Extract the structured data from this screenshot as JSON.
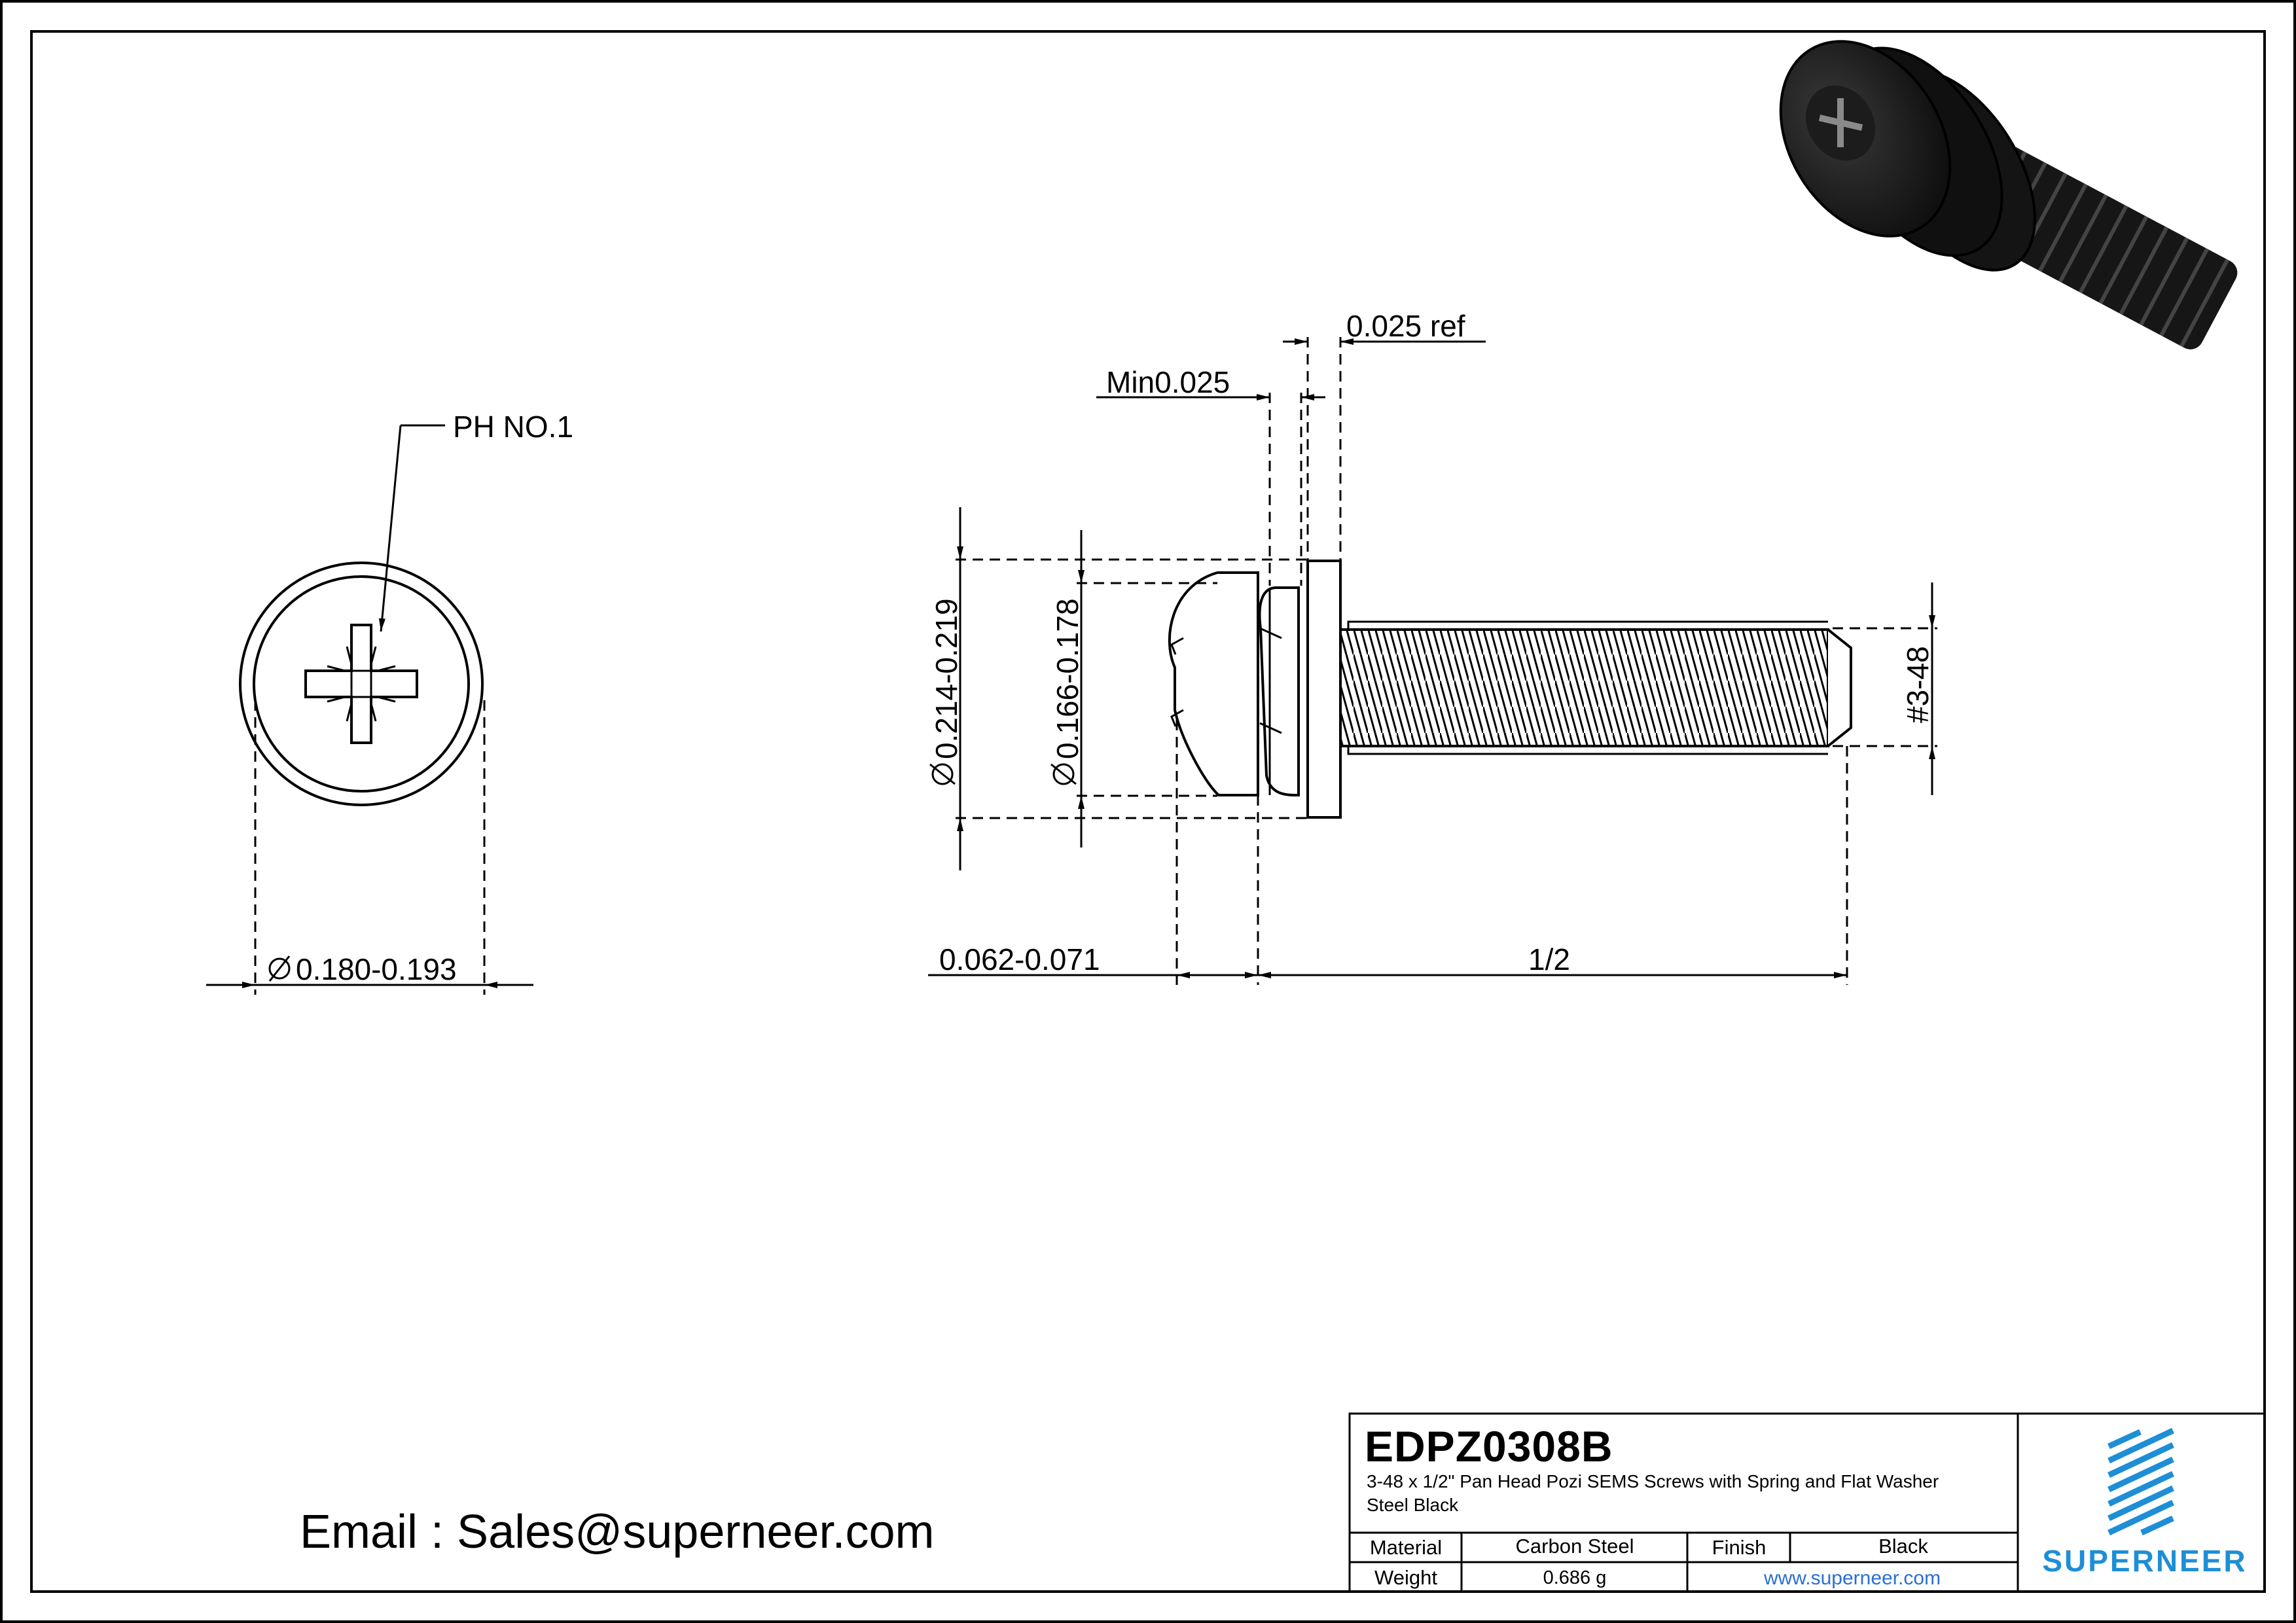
{
  "screw_top_view": {
    "recess_label": "PH NO.1",
    "diameter_label": "0.180-0.193"
  },
  "side_view": {
    "head_diameter_label": "0.214-0.219",
    "washer_diameter_label": "0.166-0.178",
    "spring_washer_label": "Min0.025",
    "flat_washer_label": "0.025 ref",
    "head_height_label": "0.062-0.071",
    "length_label": "1/2",
    "thread_label": "#3-48"
  },
  "contact": {
    "email": "Email : Sales@superneer.com"
  },
  "title_block": {
    "part_code": "EDPZ0308B",
    "description": "3-48 x 1/2\" Pan Head Pozi SEMS Screws with Spring and Flat Washer Steel Black",
    "material_label": "Material",
    "material_value": "Carbon Steel",
    "finish_label": "Finish",
    "finish_value": "Black",
    "weight_label": "Weight",
    "weight_value": "0.686 g",
    "website": "www.superneer.com",
    "brand": "SUPERNEER",
    "brand_color": "#1e8ed6"
  }
}
